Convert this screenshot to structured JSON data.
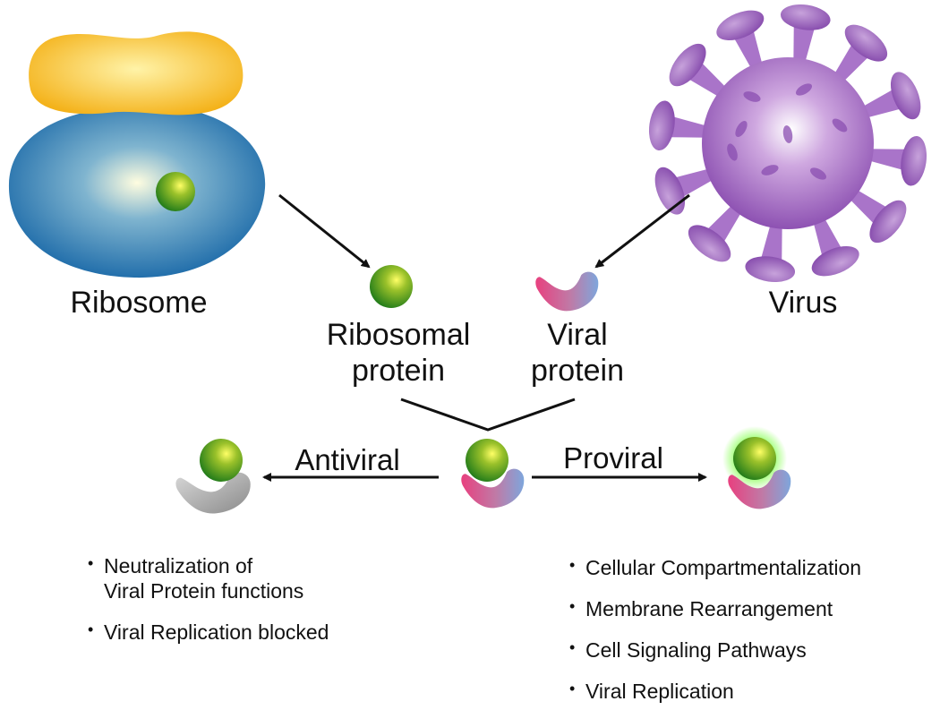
{
  "labels": {
    "ribosome": "Ribosome",
    "virus": "Virus",
    "ribosomal_protein": [
      "Ribosomal",
      "protein"
    ],
    "viral_protein": [
      "Viral",
      "protein"
    ],
    "antiviral": "Antiviral",
    "proviral": "Proviral"
  },
  "antiviral_effects": [
    [
      "Neutralization of",
      "Viral Protein functions"
    ],
    [
      "Viral Replication blocked"
    ]
  ],
  "proviral_effects": [
    "Cellular Compartmentalization",
    "Membrane Rearrangement",
    "Cell Signaling Pathways",
    "Viral Replication"
  ],
  "colors": {
    "ribosome_large_subunit": "#1565a6",
    "ribosome_small_subunit": "#f6b81c",
    "ribosomal_protein": "#2e8b1e",
    "virus": "#8a4db0",
    "viral_protein_start": "#e44a8a",
    "viral_protein_end": "#7ea6dc",
    "neutralized_protein": "#9e9e9e",
    "arrows": "#111111"
  }
}
